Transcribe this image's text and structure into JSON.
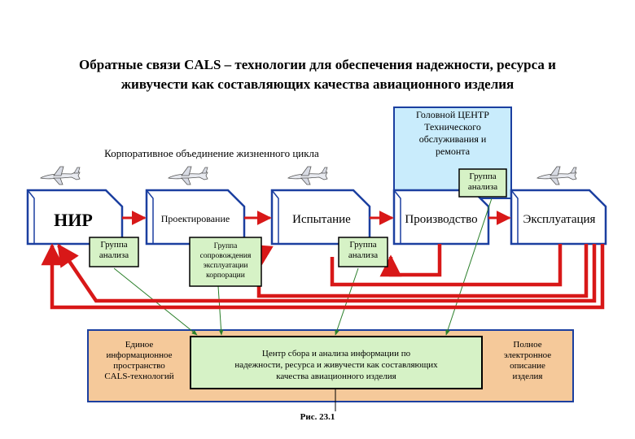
{
  "title": {
    "line1": "Обратные связи CALS – технологии для обеспечения надежности, ресурса и",
    "line2": "живучести как составляющих качества авиационного изделия"
  },
  "corporate_label": "Корпоративное объединение жизненного цикла",
  "head_center": {
    "line1": "Головной ЦЕНТР",
    "line2": "Технического",
    "line3": "обслуживания и",
    "line4": "ремонта"
  },
  "group_analysis_top": {
    "line1": "Группа",
    "line2": "анализа"
  },
  "stages": {
    "nir": "НИР",
    "design": "Проектирование",
    "testing": "Испытание",
    "production": "Производство",
    "operation": "Эксплуатация"
  },
  "group_analysis_left": {
    "line1": "Группа",
    "line2": "анализа"
  },
  "group_support": {
    "line1": "Группа",
    "line2": "сопровождения",
    "line3": "эксплуатации",
    "line4": "корпорации"
  },
  "group_analysis_mid": {
    "line1": "Группа",
    "line2": "анализа"
  },
  "info_space": {
    "line1": "Единое",
    "line2": "информационное",
    "line3": "пространство",
    "line4": "CALS-технологий"
  },
  "center": {
    "line1": "Центр сбора и анализа информации по",
    "line2": "надежности, ресурса и живучести как составляющих",
    "line3": "качества авиационного изделия"
  },
  "electronic_desc": {
    "line1": "Полное",
    "line2": "электронное",
    "line3": "описание",
    "line4": "изделия"
  },
  "caption": "Рис. 23.1",
  "colors": {
    "stage_fill": "#ffffff",
    "stage_border": "#1b3fa0",
    "group_fill": "#d6f2c6",
    "head_fill": "#c9ecfc",
    "bottom_fill": "#f5c99a",
    "arrow": "#d81818"
  },
  "icons": [
    "airplane-icon"
  ]
}
